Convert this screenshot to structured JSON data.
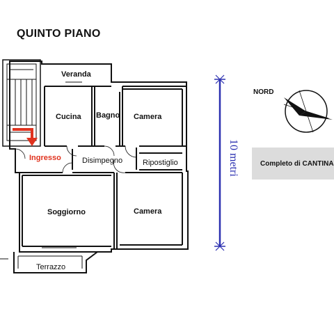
{
  "title": "QUINTO PIANO",
  "rooms": {
    "veranda": "Veranda",
    "cucina": "Cucina",
    "bagno": "Bagno",
    "camera_1": "Camera",
    "ingresso": "Ingresso",
    "disimpegno": "Disimpegno",
    "ripostiglio": "Ripostiglio",
    "soggiorno": "Soggiorno",
    "camera_2": "Camera",
    "terrazzo": "Terrazzo"
  },
  "scale_label": "10 metri",
  "compass_label": "NORD",
  "extra_note": "Completo di CANTINA",
  "colors": {
    "entrance_arrow": "#e0321e",
    "scale_bar": "#2a2fb0",
    "note_background": "#dcdcdc"
  }
}
